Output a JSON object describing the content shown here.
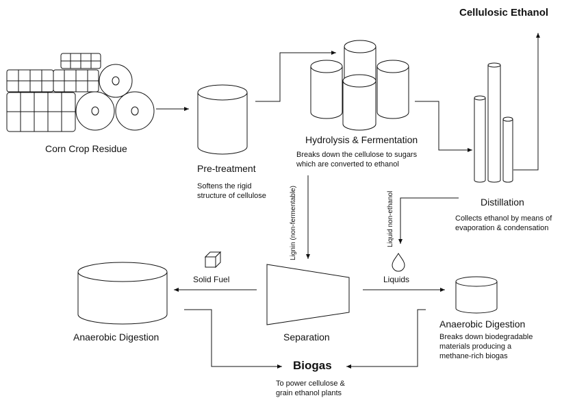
{
  "title": "Cellulosic Ethanol",
  "nodes": {
    "corn": {
      "label": "Corn Crop Residue"
    },
    "pretreatment": {
      "label": "Pre-treatment",
      "desc": [
        "Softens the rigid",
        "structure of cellulose"
      ]
    },
    "hydrolysis": {
      "label": "Hydrolysis & Fermentation",
      "desc": [
        "Breaks down the cellulose to sugars",
        "which are converted to ethanol"
      ]
    },
    "distillation": {
      "label": "Distillation",
      "desc": [
        "Collects ethanol by means of",
        "evaporation & condensation"
      ]
    },
    "separation": {
      "label": "Separation"
    },
    "anaerobic_left": {
      "label": "Anaerobic Digestion"
    },
    "anaerobic_right": {
      "label": "Anaerobic Digestion",
      "desc": [
        "Breaks down biodegradable",
        "materials producing a",
        "methane-rich biogas"
      ]
    },
    "biogas": {
      "label": "Biogas",
      "desc": [
        "To power cellulose &",
        "grain ethanol plants"
      ]
    }
  },
  "edges": {
    "solid_fuel": "Solid Fuel",
    "liquids": "Liquids",
    "lignin": "Lignin (non-fermentable)",
    "liquid_non_ethanol": "Liquid non-ethanol"
  },
  "icons": [
    "hay-bales-icon",
    "cylinder-tank-icon",
    "fermentation-tanks-icon",
    "distillation-columns-icon",
    "cube-icon",
    "droplet-icon",
    "separator-icon"
  ]
}
